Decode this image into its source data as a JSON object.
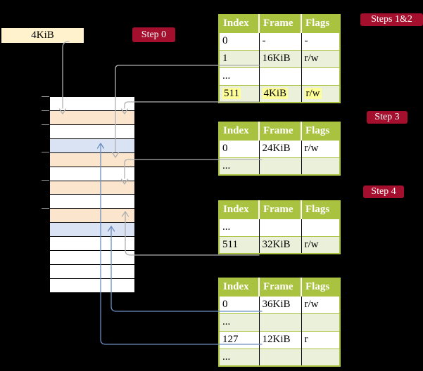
{
  "frame_label": "4KiB",
  "badges": [
    {
      "id": "step0",
      "label": "Step 0"
    },
    {
      "id": "steps12",
      "label": "Steps 1&2"
    },
    {
      "id": "step3",
      "label": "Step 3"
    },
    {
      "id": "step4",
      "label": "Step 4"
    }
  ],
  "memory": {
    "rows": [
      {
        "color": "white"
      },
      {
        "color": "peach"
      },
      {
        "color": "white"
      },
      {
        "color": "blue"
      },
      {
        "color": "peach"
      },
      {
        "color": "white"
      },
      {
        "color": "peach"
      },
      {
        "color": "white"
      },
      {
        "color": "peach"
      },
      {
        "color": "blue"
      },
      {
        "color": "white"
      },
      {
        "color": "white"
      },
      {
        "color": "white"
      },
      {
        "color": "white"
      }
    ],
    "ticks": [
      0,
      1,
      2,
      4,
      6,
      8
    ]
  },
  "tables": [
    {
      "step": "Steps 1&2",
      "headers": [
        "Index",
        "Frame",
        "Flags"
      ],
      "rows": [
        {
          "cells": [
            "0",
            "-",
            "-"
          ],
          "shade": false,
          "highlight": false
        },
        {
          "cells": [
            "1",
            "16KiB",
            "r/w"
          ],
          "shade": true,
          "highlight": false
        },
        {
          "cells": [
            "...",
            "",
            ""
          ],
          "shade": false,
          "highlight": false
        },
        {
          "cells": [
            "511",
            "4KiB",
            "r/w"
          ],
          "shade": true,
          "highlight": true
        }
      ]
    },
    {
      "step": "Step 3",
      "headers": [
        "Index",
        "Frame",
        "Flags"
      ],
      "rows": [
        {
          "cells": [
            "0",
            "24KiB",
            "r/w"
          ],
          "shade": false,
          "highlight": false
        },
        {
          "cells": [
            "...",
            "",
            ""
          ],
          "shade": true,
          "highlight": false
        }
      ]
    },
    {
      "step": "Step 4",
      "headers": [
        "Index",
        "Frame",
        "Flags"
      ],
      "rows": [
        {
          "cells": [
            "...",
            "",
            ""
          ],
          "shade": false,
          "highlight": false
        },
        {
          "cells": [
            "511",
            "32KiB",
            "r/w"
          ],
          "shade": true,
          "highlight": false
        }
      ]
    },
    {
      "step": "Step 4",
      "headers": [
        "Index",
        "Frame",
        "Flags"
      ],
      "rows": [
        {
          "cells": [
            "0",
            "36KiB",
            "r/w"
          ],
          "shade": false,
          "highlight": false
        },
        {
          "cells": [
            "...",
            "",
            ""
          ],
          "shade": true,
          "highlight": false
        },
        {
          "cells": [
            "127",
            "12KiB",
            "r"
          ],
          "shade": false,
          "highlight": false
        },
        {
          "cells": [
            "...",
            "",
            ""
          ],
          "shade": true,
          "highlight": false
        }
      ]
    }
  ],
  "colors": {
    "background": "#000000",
    "badge_bg": "#a50f2e",
    "badge_text": "#ffffff",
    "table_header_bg": "#a9c23f",
    "table_header_text": "#ffffff",
    "table_row_alt_bg": "#eaf0d9",
    "table_border": "#a9c23f",
    "highlight": "#ffff99",
    "memory_white": "#ffffff",
    "memory_peach": "#fce5cd",
    "memory_blue": "#dae3f3",
    "frame_label_bg": "#fff2cc",
    "arrow_gray": "#b0b0b0",
    "arrow_blue": "#6c8ebf"
  }
}
